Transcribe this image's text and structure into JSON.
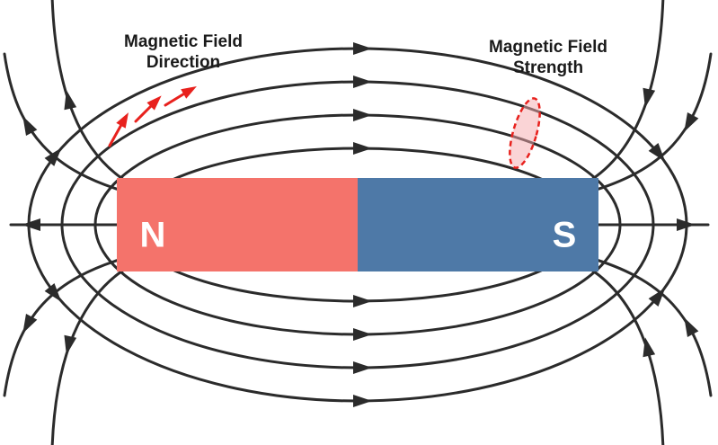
{
  "diagram": {
    "background": "#ffffff",
    "field": {
      "line_color": "#2b2b2b",
      "loop_count": 4
    },
    "magnet": {
      "north_label": "N",
      "south_label": "S",
      "north_color": "#f4736b",
      "south_color": "#4e79a7",
      "label_color": "#ffffff"
    },
    "annotations": {
      "color": "#e8211d",
      "strength_fill": "#f5a9ad",
      "text_color": "#1a1a1a",
      "direction_label": {
        "line1": "Magnetic Field",
        "line2": "Direction"
      },
      "strength_label": {
        "line1": "Magnetic Field",
        "line2": "Strength"
      }
    }
  }
}
